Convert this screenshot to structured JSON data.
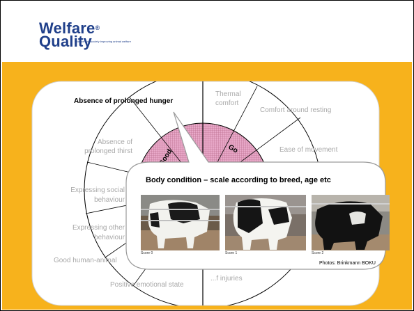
{
  "logo": {
    "line1": "Welfare",
    "line2": "Quality",
    "registered": "®",
    "tagline": "Science and society improving animal welfare"
  },
  "wheel": {
    "highlighted_criterion": "Absence of prolonged hunger",
    "criteria": {
      "thermal_comfort_1": "Thermal",
      "thermal_comfort_2": "comfort",
      "comfort_resting": "Comfort around resting",
      "ease_movement": "Ease of movement",
      "absence_thirst_1": "Absence of",
      "absence_thirst_2": "prolonged thirst",
      "social_1": "Expressing social",
      "social_2": "behaviour",
      "other_1": "Expressing other",
      "other_2": "behaviour",
      "human_animal": "Good human-animal",
      "emotional": "Positive emotional state",
      "injuries": "...f injuries"
    },
    "principles": {
      "feeding": "Good",
      "housing": "Go"
    }
  },
  "callout": {
    "title": "Body condition – scale according to breed, age etc",
    "photos": [
      {
        "caption": "Score 0"
      },
      {
        "caption": "Score 1"
      },
      {
        "caption": "Score 2"
      }
    ],
    "credit": "Photos: Brinkmann BOKU"
  },
  "colors": {
    "accent": "#f7b21c",
    "brand": "#1f3f8a",
    "pink": "#e8a8c8"
  }
}
